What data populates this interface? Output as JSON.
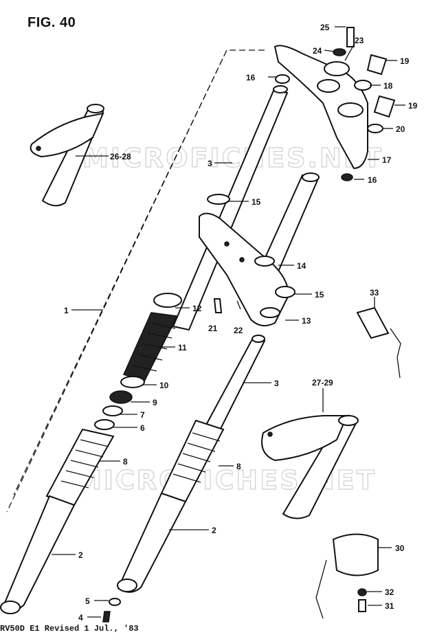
{
  "figure": {
    "title": "FIG. 40",
    "footer": "RV50D E1 Revised 1 Jul., '83",
    "watermark_top": "MICROFICHES.NET",
    "watermark_bottom": "MICROFICHES.NET"
  },
  "callouts": [
    "25",
    "24",
    "23",
    "19",
    "16",
    "18",
    "19",
    "20",
    "17",
    "16",
    "26-28",
    "3",
    "15",
    "14",
    "1",
    "12",
    "15",
    "21",
    "22",
    "13",
    "33",
    "11",
    "10",
    "3",
    "9",
    "27-29",
    "7",
    "6",
    "8",
    "8",
    "2",
    "2",
    "30",
    "5",
    "32",
    "4",
    "31"
  ]
}
